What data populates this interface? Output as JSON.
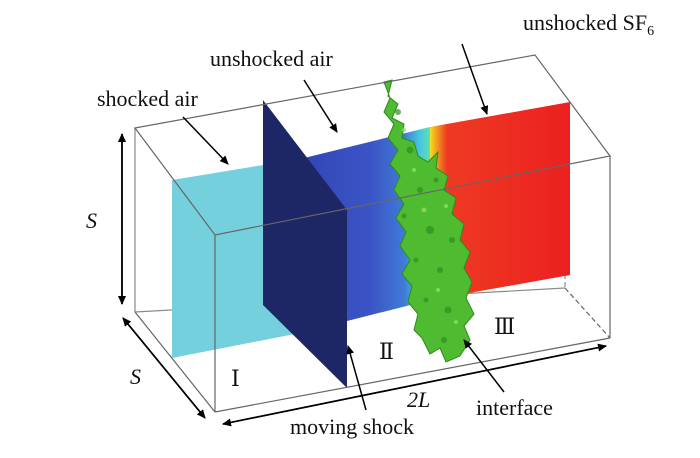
{
  "labels": {
    "shocked_air": "shocked air",
    "unshocked_air": "unshocked air",
    "unshocked_sf6_main": "unshocked SF",
    "unshocked_sf6_sub": "6",
    "moving_shock": "moving shock",
    "interface": "interface",
    "dim_s_vertical": "S",
    "dim_s_depth": "S",
    "dim_2l": "2L",
    "region_1": "Ⅰ",
    "region_2": "Ⅱ",
    "region_3": "Ⅲ"
  },
  "colors": {
    "shocked_air": "#74d0dc",
    "unshocked_air": "#3b4fc2",
    "moving_shock": "#1b2560",
    "interface": "#4fbb30",
    "unshocked_sf6": "#ec2626",
    "box_edge": "#666666"
  }
}
